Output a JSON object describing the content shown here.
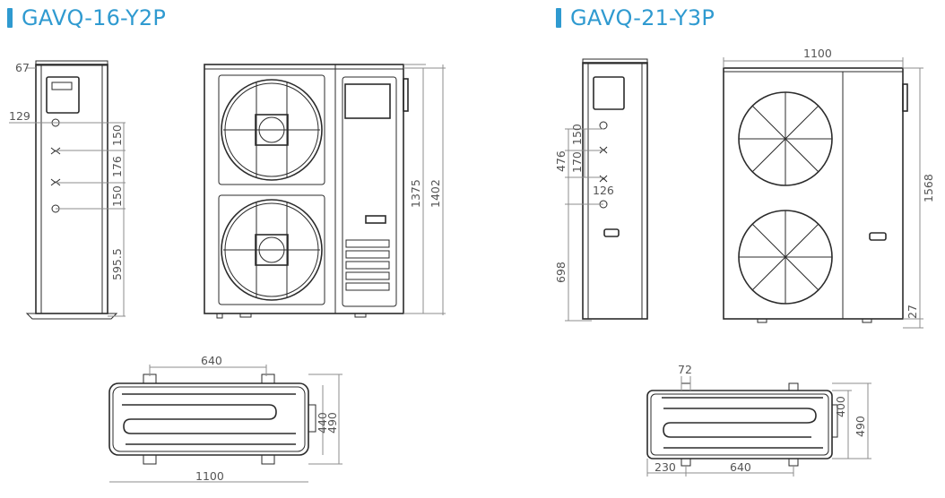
{
  "accent_color": "#2f9ad0",
  "models": [
    {
      "name": "GAVQ-16-Y2P",
      "dimensions": {
        "side_top": "67",
        "side_port1": "129",
        "side_gap1": "150",
        "side_gap2": "176",
        "side_gap3": "150",
        "side_bottom": "595.5",
        "front_inner_height": "1375",
        "front_total_height": "1402",
        "top_mount_span": "640",
        "top_width": "1100",
        "top_inner_depth": "440",
        "top_total_depth": "490"
      }
    },
    {
      "name": "GAVQ-21-Y3P",
      "dimensions": {
        "side_gap_a": "150",
        "side_gap_b": "170",
        "side_upper": "476",
        "side_port": "126",
        "side_bottom": "698",
        "front_width": "1100",
        "front_height": "1568",
        "front_foot": "27",
        "top_bracket": "72",
        "top_inner_depth": "400",
        "top_total_depth": "490",
        "top_offset": "230",
        "top_mount_span": "640"
      }
    }
  ]
}
